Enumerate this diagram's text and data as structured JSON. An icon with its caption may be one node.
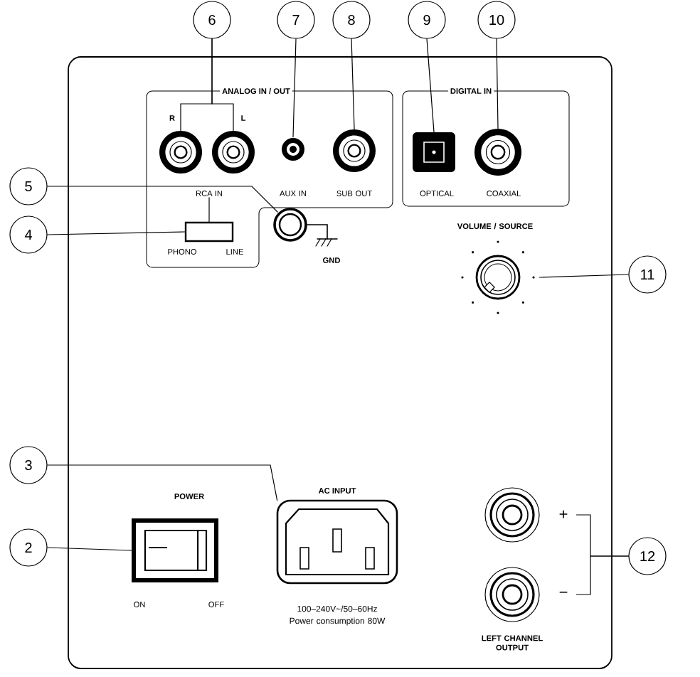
{
  "diagram": {
    "nodes": [
      {
        "text": [
          "6"
        ]
      },
      {
        "text": [
          "7"
        ]
      },
      {
        "text": [
          "8"
        ]
      },
      {
        "text": [
          "9"
        ]
      },
      {
        "text": [
          "10"
        ]
      },
      {
        "text": [
          "5"
        ]
      },
      {
        "text": [
          "4"
        ]
      },
      {
        "text": [
          "11"
        ]
      },
      {
        "text": [
          "3"
        ]
      },
      {
        "text": [
          "2"
        ]
      },
      {
        "text": [
          "12"
        ]
      },
      {
        "text": [
          "ANALOG IN / OUT"
        ]
      },
      {
        "text": [
          "DIGITAL IN"
        ]
      },
      {
        "text": [],
        "shape": "circle",
        "in": 11
      },
      {
        "text": [],
        "shape": "circle",
        "in": 11
      },
      {
        "text": [],
        "shape": "circle",
        "in": 11
      },
      {
        "text": [],
        "shape": "circle",
        "in": 11
      },
      {
        "text": [],
        "shape": "box",
        "in": 12
      },
      {
        "text": [],
        "shape": "circle",
        "in": 12
      },
      {
        "text": [],
        "shape": "circle"
      },
      {
        "text": [],
        "shape": "box",
        "in": 11
      },
      {
        "text": [],
        "shape": "circle"
      },
      {
        "text": [],
        "shape": "box",
        "beside": [
          "POWER"
        ]
      },
      {
        "text": [],
        "shape": "box",
        "beside": [
          "AC INPUT"
        ]
      },
      {
        "text": [],
        "shape": "circle",
        "beside": [
          "+"
        ]
      },
      {
        "text": [],
        "shape": "circle",
        "beside": [
          "−"
        ]
      },
      {
        "text": [
          "RCA IN"
        ],
        "in": 11
      }
    ],
    "edges": [
      {
        "from": 0,
        "to": 13,
        "arrow": "none"
      },
      {
        "from": 0,
        "to": 14,
        "arrow": "none"
      },
      {
        "from": 1,
        "to": 15,
        "arrow": "none"
      },
      {
        "from": 2,
        "to": 16,
        "arrow": "none"
      },
      {
        "from": 3,
        "to": 17,
        "arrow": "none"
      },
      {
        "from": 4,
        "to": 18,
        "arrow": "none"
      },
      {
        "from": 5,
        "to": 19,
        "arrow": "none"
      },
      {
        "from": 6,
        "to": 20,
        "arrow": "none"
      },
      {
        "from": 7,
        "to": 21,
        "arrow": "none"
      },
      {
        "from": 8,
        "to": 23,
        "arrow": "none"
      },
      {
        "from": 9,
        "to": 22,
        "arrow": "none"
      },
      {
        "from": 10,
        "to": 24,
        "arrow": "none"
      },
      {
        "from": 10,
        "to": 25,
        "arrow": "none"
      },
      {
        "from": 26,
        "to": 20,
        "arrow": "none"
      }
    ],
    "labels": [
      "R",
      "L",
      "AUX IN",
      "SUB OUT",
      "OPTICAL",
      "COAXIAL",
      "PHONO",
      "LINE",
      "GND",
      "VOLUME / SOURCE",
      "ON",
      "OFF",
      "100–240V~/50–60Hz",
      "Power consumption 80W",
      "LEFT CHANNEL OUTPUT"
    ]
  }
}
